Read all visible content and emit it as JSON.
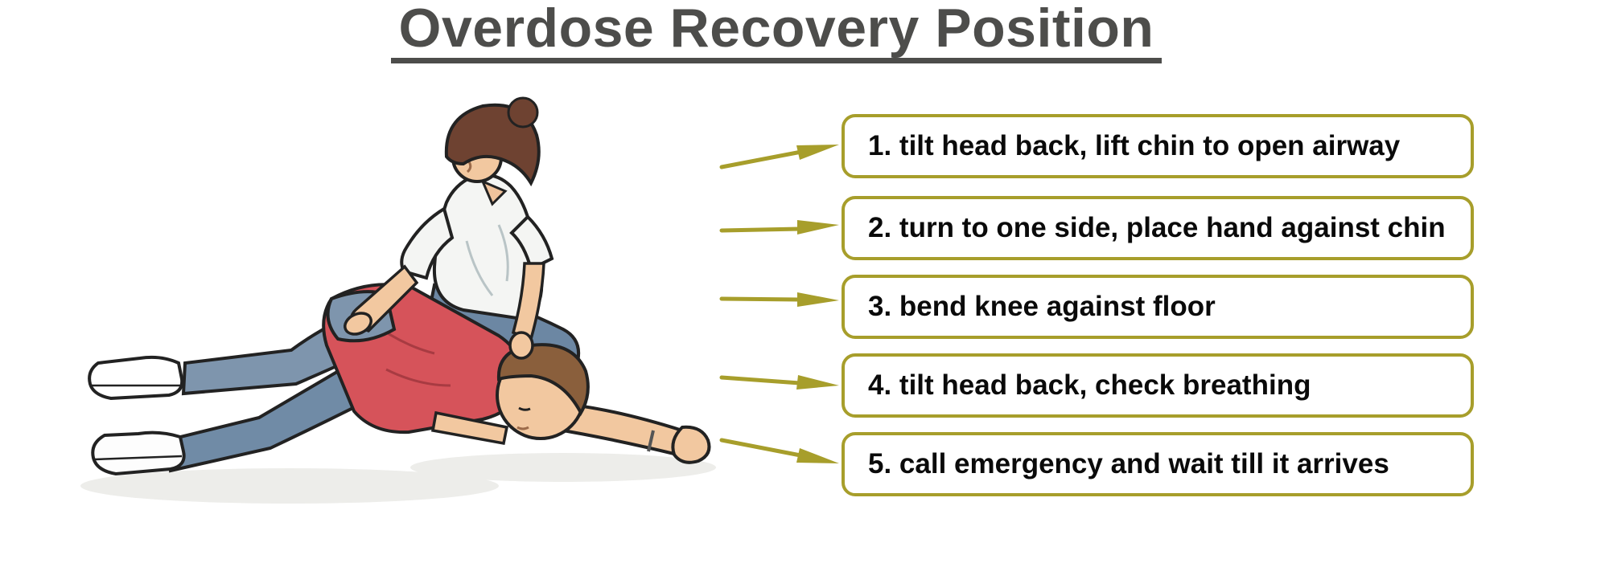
{
  "title": "Overdose Recovery Position",
  "colors": {
    "accent": "#a79e2b",
    "title_color": "#4d4d4b",
    "step_text": "#0a0a0a"
  },
  "illustration": {
    "name": "recovery-position-illustration"
  },
  "steps": [
    {
      "label": "1. tilt head back, lift chin to open airway"
    },
    {
      "label": "2. turn to one side, place hand against chin"
    },
    {
      "label": "3. bend knee against floor"
    },
    {
      "label": "4. tilt head back, check breathing"
    },
    {
      "label": "5. call emergency and wait till it arrives"
    }
  ]
}
